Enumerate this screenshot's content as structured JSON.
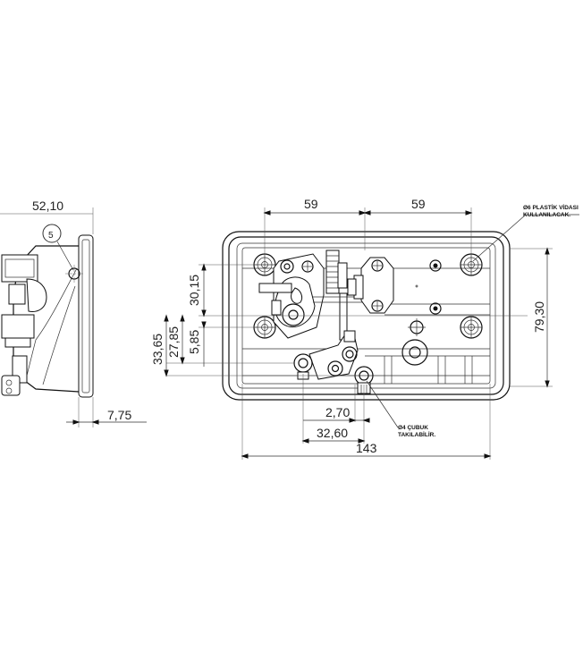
{
  "dimensions": {
    "side_width": "52,10",
    "side_depth": "7,75",
    "top_left_span": "59",
    "top_right_span": "59",
    "left_vertical_30": "30,15",
    "left_vertical_5": "5,85",
    "left_vertical_27": "27,85",
    "left_vertical_33": "33,65",
    "right_height": "79,30",
    "bottom_offset_small": "2,70",
    "bottom_offset_large": "32,60",
    "overall_width": "143"
  },
  "callouts": {
    "item_number": "5",
    "screw_note_line1": "Ø6 PLASTİK VİDASI",
    "screw_note_line2": "KULLANILACAK.",
    "rod_note_line1": "Ø4 ÇUBUK",
    "rod_note_line2": "TAKILABİLİR."
  }
}
